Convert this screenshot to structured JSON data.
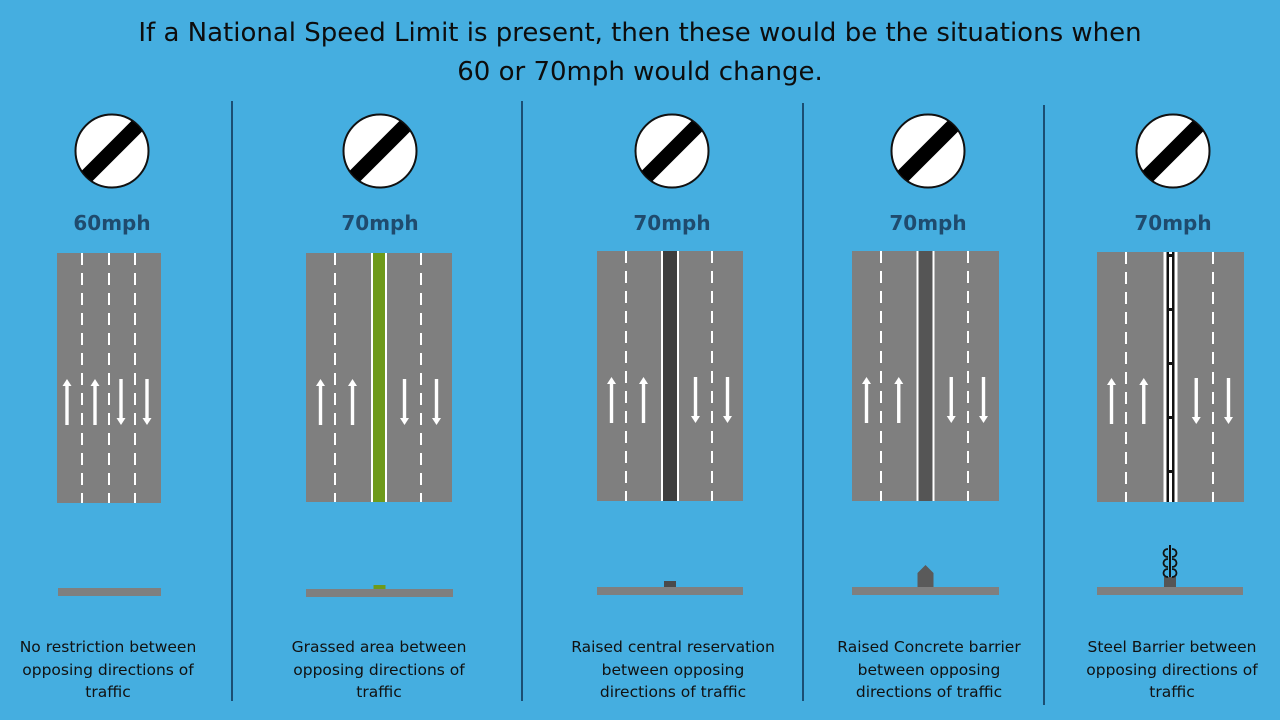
{
  "title": {
    "line1": "If a National Speed Limit is present, then these would be the situations when",
    "line2": "60 or 70mph would change."
  },
  "icons": {
    "sign": "national-speed-limit-sign-icon"
  },
  "colors": {
    "background": "#45aee0",
    "road": "#7f7f7f",
    "grass": "#6e9a1a",
    "reservation": "#4a4a4a",
    "barrier": "#5a5a5a",
    "steel": "#111111",
    "divider": "#1b4e73"
  },
  "panels": [
    {
      "id": "no-restriction",
      "speed": "60mph",
      "median": "none",
      "caption": [
        "No restriction between",
        "opposing directions of",
        "traffic"
      ]
    },
    {
      "id": "grassed-area",
      "speed": "70mph",
      "median": "grass",
      "caption": [
        "Grassed area between",
        "opposing directions of",
        "traffic"
      ]
    },
    {
      "id": "raised-reservation",
      "speed": "70mph",
      "median": "reservation",
      "caption": [
        "Raised central reservation",
        "between opposing",
        "directions of traffic"
      ]
    },
    {
      "id": "concrete-barrier",
      "speed": "70mph",
      "median": "concrete",
      "caption": [
        "Raised Concrete barrier",
        "between opposing",
        "directions of traffic"
      ]
    },
    {
      "id": "steel-barrier",
      "speed": "70mph",
      "median": "steel",
      "caption": [
        "Steel Barrier between",
        "opposing directions of",
        "traffic"
      ]
    }
  ]
}
